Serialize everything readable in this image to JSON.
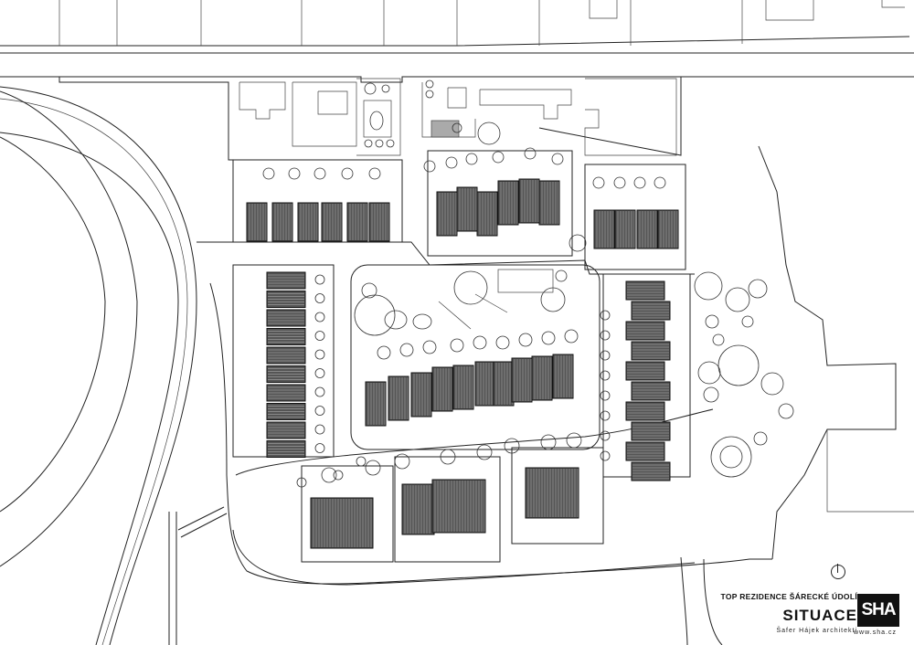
{
  "title_block": {
    "project": "TOP REZIDENCE ŠÁRECKÉ ÚDOLÍ",
    "sheet": "SITUACE",
    "author": "Šafer Hájek architekti",
    "logo": "SHA",
    "website": "www.sha.cz"
  },
  "icons": {
    "north": "north-arrow-icon"
  }
}
